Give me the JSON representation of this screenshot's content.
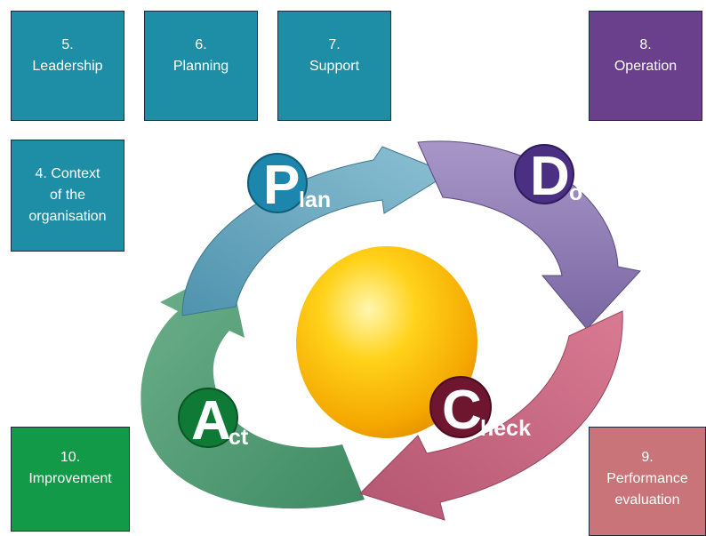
{
  "boxes": {
    "leadership": {
      "number": "5.",
      "label": "Leadership"
    },
    "planning": {
      "number": "6.",
      "label": "Planning"
    },
    "support": {
      "number": "7.",
      "label": "Support"
    },
    "operation": {
      "number": "8.",
      "label": "Operation"
    },
    "context": {
      "line1": "4. Context",
      "line2": "of the",
      "line3": "organisation"
    },
    "improvement": {
      "number": "10.",
      "label": "Improvement"
    },
    "performance": {
      "number": "9.",
      "line1": "Performance",
      "line2": "evaluation"
    }
  },
  "cycle": {
    "plan": {
      "initial": "P",
      "rest": "lan"
    },
    "do": {
      "initial": "D",
      "rest": "o"
    },
    "check": {
      "initial": "C",
      "rest": "heck"
    },
    "act": {
      "initial": "A",
      "rest": "ct"
    }
  },
  "colors": {
    "teal_box": "#1e8ea7",
    "purple_box": "#6a3f8c",
    "green_box": "#129a48",
    "rose_box": "#c87478",
    "plan_arrow": "#6aa7bf",
    "do_arrow": "#8d7ab3",
    "check_arrow": "#c66b82",
    "act_arrow": "#5aa07a",
    "sphere": "#f6b800"
  }
}
